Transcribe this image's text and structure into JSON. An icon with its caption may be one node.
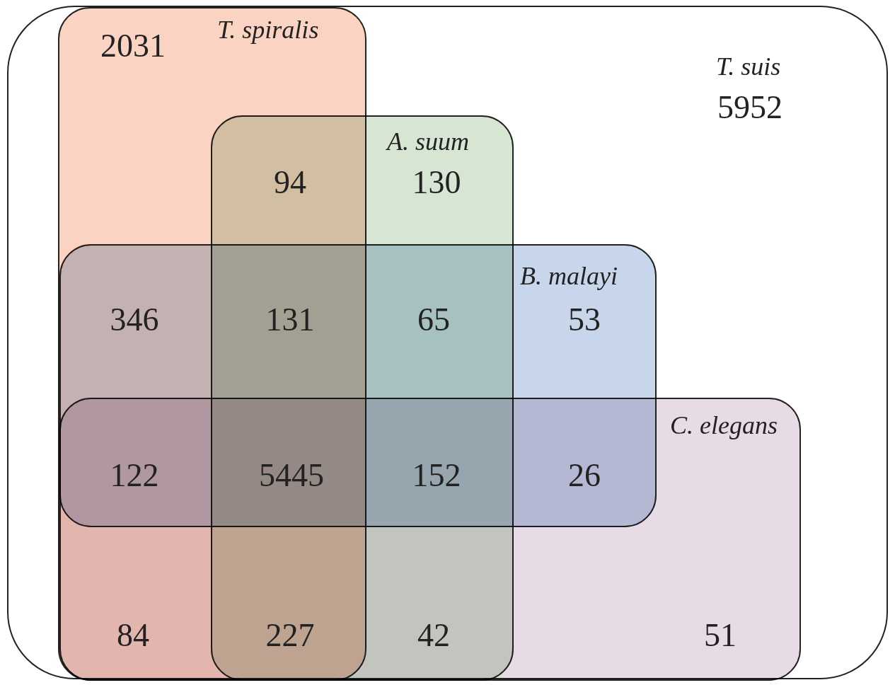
{
  "diagram": {
    "nodes": [
      {
        "text": [
          "T. suis"
        ]
      },
      {
        "text": [
          "T. spiralis"
        ],
        "in": 0
      },
      {
        "text": [
          "A. suum"
        ],
        "in": 0
      },
      {
        "text": [
          "B. malayi"
        ],
        "in": 0
      },
      {
        "text": [
          "C. elegans"
        ],
        "in": 0
      }
    ],
    "edges": [],
    "labels": [
      "2031",
      "5952",
      "94",
      "130",
      "346",
      "131",
      "65",
      "53",
      "122",
      "5445",
      "152",
      "26",
      "84",
      "227",
      "42",
      "51"
    ]
  }
}
